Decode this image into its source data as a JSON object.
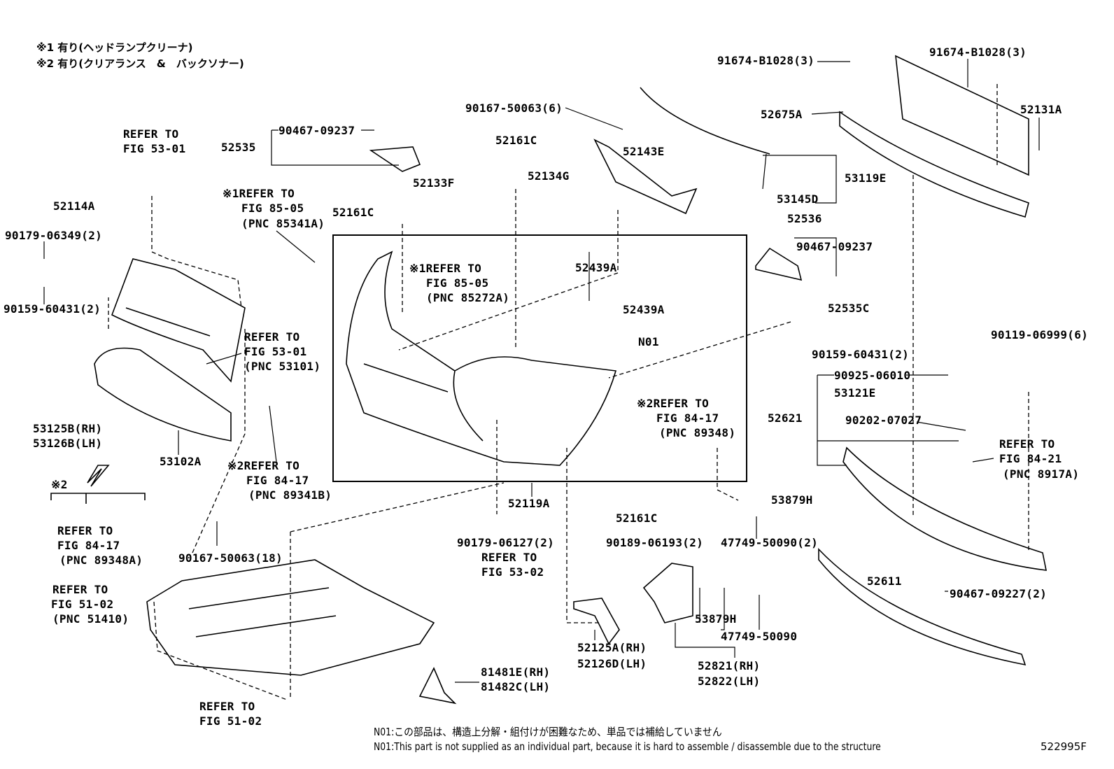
{
  "legend": [
    "※1 有り(ヘッドランプクリーナ)",
    "※2 有り(クリアランス　&　バックソナー)"
  ],
  "labels": [
    "91674-B1028(3)",
    "91674-B1028(3)",
    "52131A",
    "52675A",
    "90167-50063(6)",
    "52535",
    "90467-09237",
    "REFER TO",
    "FIG 53-01",
    "52161C",
    "52143E",
    "53119E",
    "53145D",
    "52134G",
    "52133F",
    "52114A",
    "※1REFER TO",
    "FIG 85-05",
    "(PNC 85341A)",
    "52161C",
    "90179-06349(2)",
    "52536",
    "90467-09237",
    "52439A",
    "※1REFER TO",
    "FIG 85-05",
    "(PNC 85272A)",
    "52439A",
    "52535C",
    "90159-60431(2)",
    "N01",
    "REFER TO",
    "FIG 53-01",
    "(PNC 53101)",
    "90159-60431(2)",
    "90119-06999(6)",
    "90925-06010",
    "53121E",
    "※2REFER TO",
    "FIG 84-17",
    "(PNC 89348)",
    "52621",
    "90202-07027",
    "53125B(RH)",
    "53126B(LH)",
    "REFER TO",
    "FIG 84-21",
    "(PNC 8917A)",
    "53102A",
    "※2REFER TO",
    "FIG 84-17",
    "(PNC 89341B)",
    "※2",
    "53879H",
    "52119A",
    "52161C",
    "REFER TO",
    "FIG 84-17",
    "(PNC 89348A)",
    "90179-06127(2)",
    "90189-06193(2)",
    "47749-50090(2)",
    "90167-50063(18)",
    "REFER TO",
    "FIG 53-02",
    "REFER TO",
    "FIG 51-02",
    "(PNC 51410)",
    "52611",
    "90467-09227(2)",
    "53879H",
    "47749-50090",
    "52125A(RH)",
    "52126D(LH)",
    "52821(RH)",
    "52822(LH)",
    "81481E(RH)",
    "81482C(LH)",
    "REFER TO",
    "FIG 51-02"
  ],
  "notes": {
    "jp": "N01:この部品は、構造上分解・組付けが困難なため、単品では補給していません",
    "en": "N01:This part is not supplied as an individual part, because it is hard to assemble / disassemble due to the structure",
    "figure_code": "522995F"
  }
}
